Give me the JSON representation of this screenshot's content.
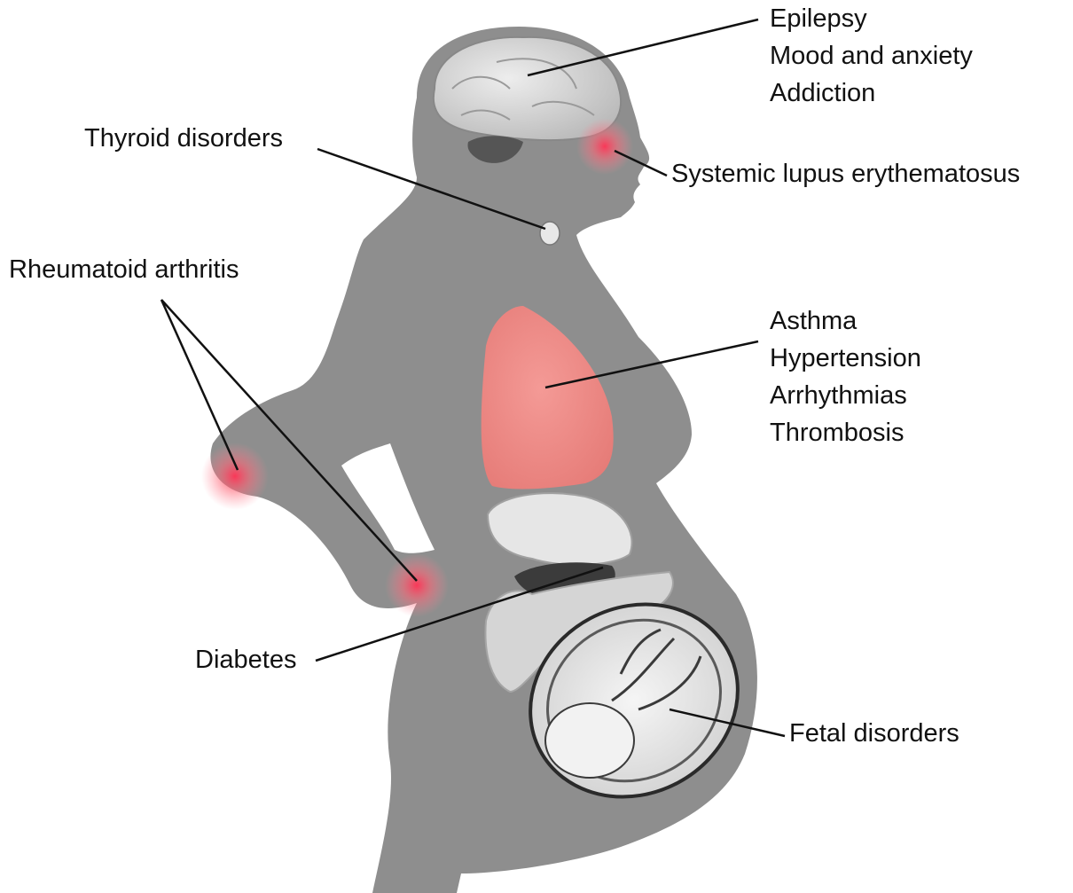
{
  "colors": {
    "silhouette": "#8e8e8e",
    "lungs": "#f08a86",
    "inflammation": "#ff4f6a",
    "leader_line": "#111111",
    "text": "#111111"
  },
  "labels": {
    "brain": [
      "Epilepsy",
      "Mood and anxiety",
      "Addiction"
    ],
    "thyroid": "Thyroid disorders",
    "lupus": "Systemic lupus erythematosus",
    "rheumatoid": "Rheumatoid arthritis",
    "chest": [
      "Asthma",
      "Hypertension",
      "Arrhythmias",
      "Thrombosis"
    ],
    "diabetes": "Diabetes",
    "fetal": "Fetal disorders"
  }
}
